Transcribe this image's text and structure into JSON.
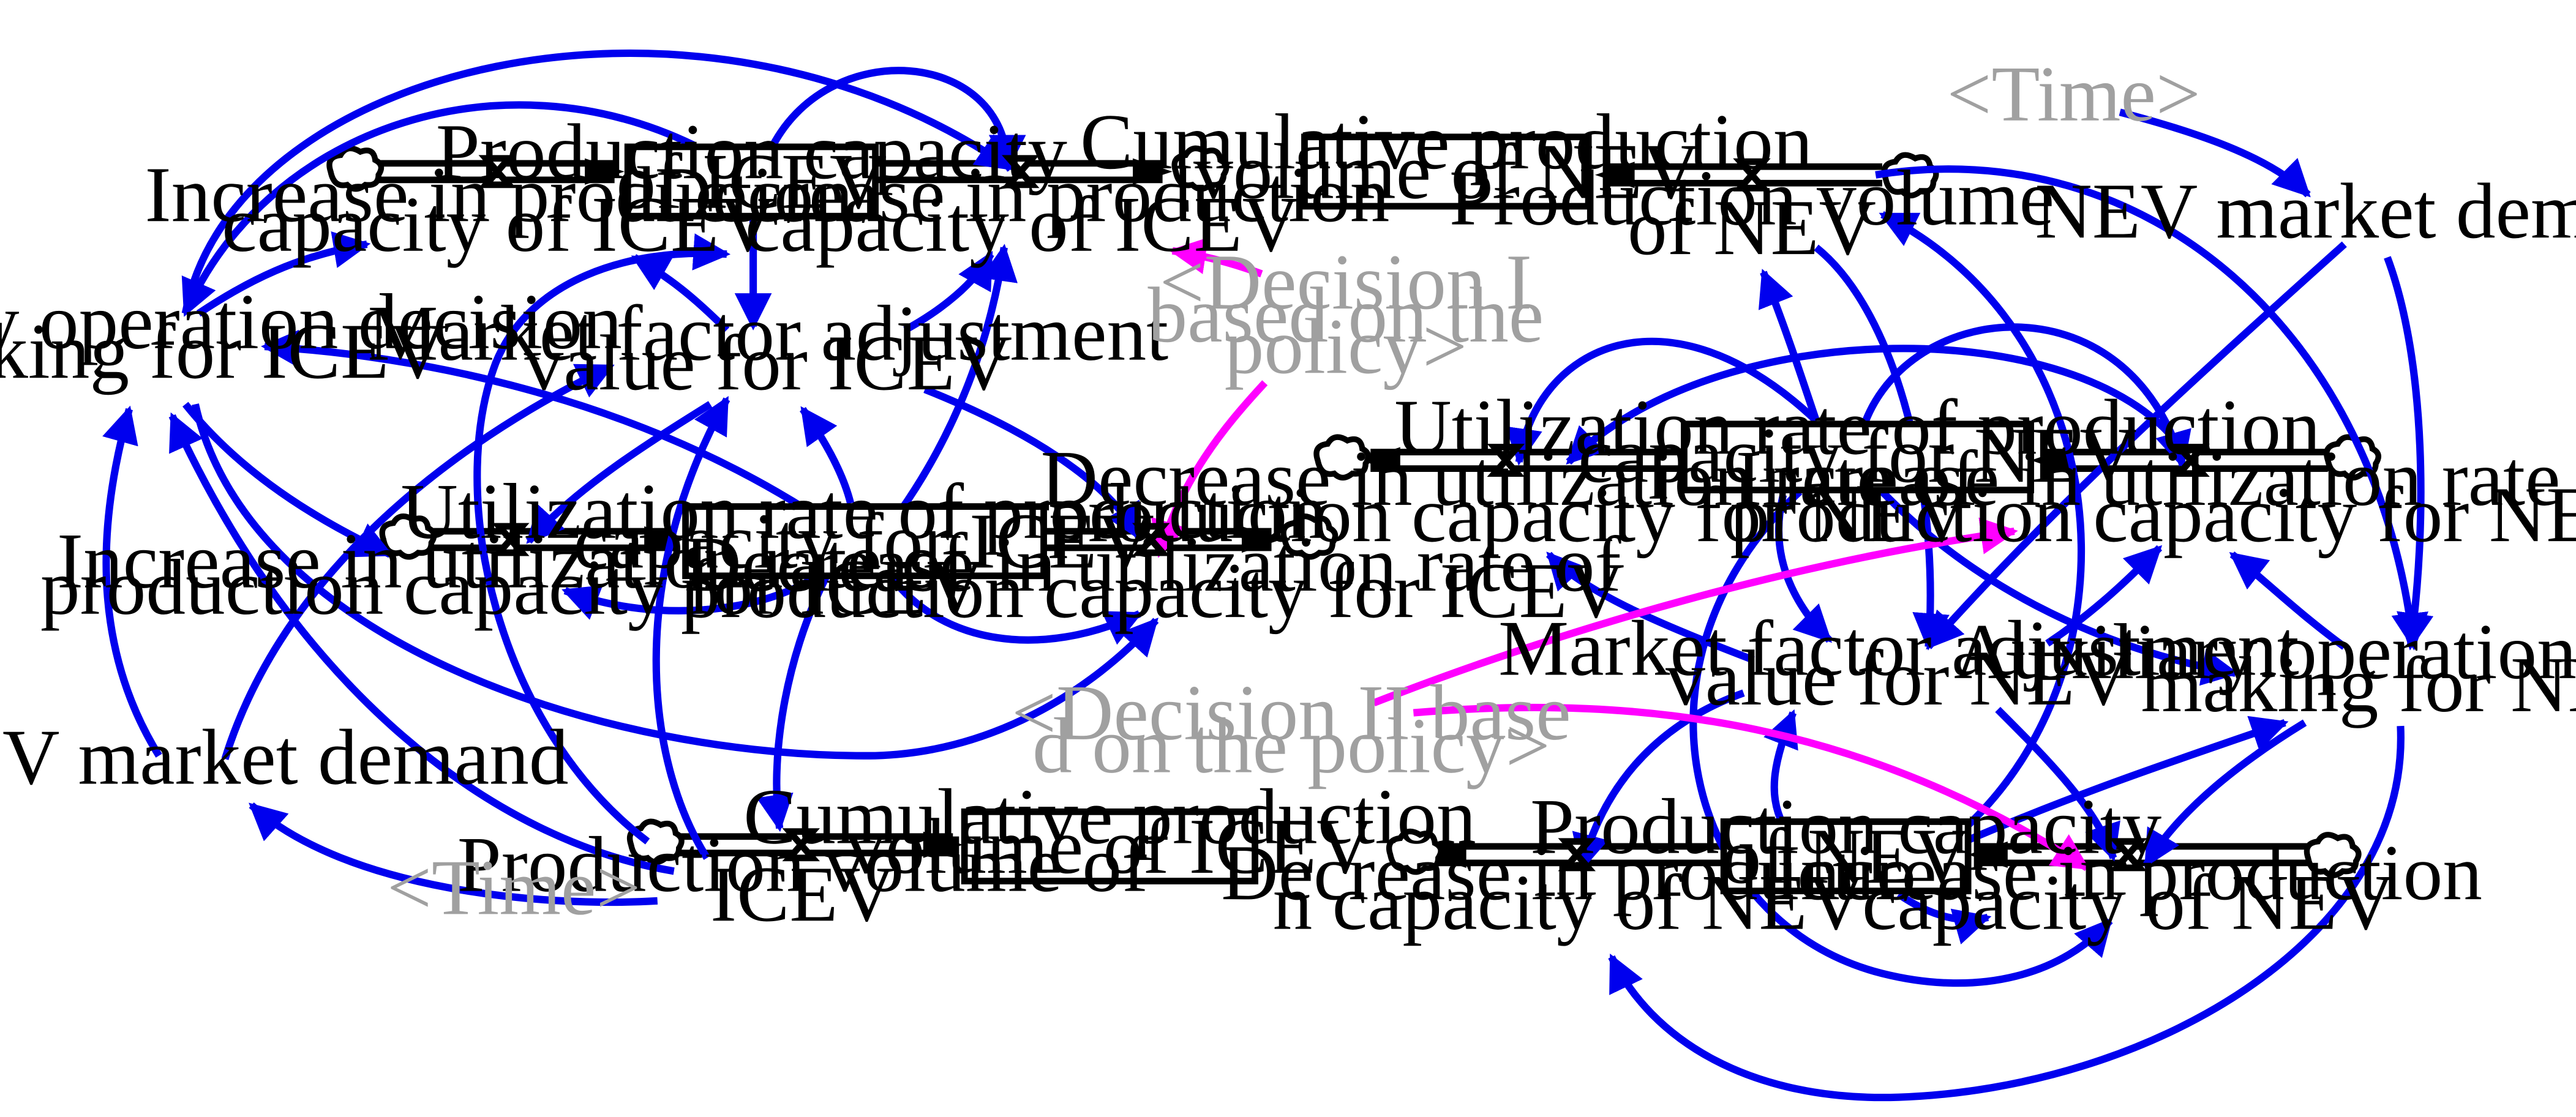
{
  "icev": {
    "production_capacity": [
      "Production capacity",
      "of ICEV"
    ],
    "increase_production_capacity": [
      "Increase in production",
      "capacity of ICEV"
    ],
    "decrease_production_capacity": [
      "Decrease in production",
      "capacity of ICEV"
    ],
    "auxiliary_decision": [
      "Auxiliary operation decision",
      "making for ICEV"
    ],
    "market_factor": [
      "Market factor adjustment",
      "value for ICEV"
    ],
    "utilization_rate": [
      "Utilization rate of production",
      "capacity for ICEV"
    ],
    "increase_utilization": [
      "Increase in utilization rate of",
      "production capacity for ICEV"
    ],
    "decrease_utilization": [
      "Decrease in utilization rate of",
      "production capacity for ICEV"
    ],
    "market_demand": "ICEV market demand",
    "production_volume": [
      "Production volume of",
      "ICEV"
    ],
    "cumulative_production": [
      "Cumulative production",
      "volume of ICEV"
    ]
  },
  "nev": {
    "cumulative_production": [
      "Cumulative production",
      "volume of NEV"
    ],
    "production_volume": [
      "Production volume",
      "of NEV"
    ],
    "market_demand": "NEV market demand",
    "utilization_rate": [
      "Utilization rate of production",
      "capacity for NEV"
    ],
    "decrease_utilization": [
      "Decrease in utilization rate of",
      "production capacity for NEV"
    ],
    "increase_utilization": [
      "Increase in utilization rate of",
      "production capacity for NEV"
    ],
    "market_factor": [
      "Market factor adjustment",
      "value for NEV"
    ],
    "auxiliary_decision": [
      "Auxiliary operation decision",
      "making for NEV"
    ],
    "production_capacity": [
      "Production capacity",
      "of NEV"
    ],
    "decrease_production_capacity": [
      "Decrease in productio",
      "n capacity of NEV"
    ],
    "increase_production_capacity": [
      "Increase in production",
      "capacity of NEV"
    ]
  },
  "shadow": {
    "time_icev": "<Time>",
    "time_nev": "<Time>",
    "decision_one": [
      "<Decision I",
      "based on the",
      "policy>"
    ],
    "decision_two": [
      "<Decision II base",
      "d on the policy>"
    ]
  },
  "colors": {
    "causal_link": "#0000ee",
    "policy_link": "#ff00ff",
    "shadow_text": "#a0a0a0"
  }
}
